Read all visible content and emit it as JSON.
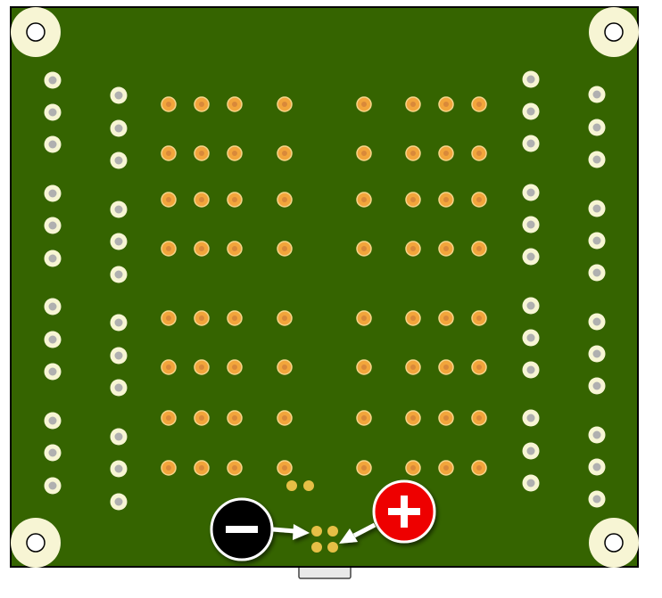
{
  "board": {
    "mounting_holes": [
      "top-left",
      "top-right",
      "bottom-left",
      "bottom-right"
    ],
    "left_header_columns": 2,
    "right_header_columns": 2,
    "matrix_blocks": 8,
    "colors": {
      "board": "#356400",
      "outline": "#000000",
      "pad_orange": "#f2a53b",
      "pad_gold": "#e6bf46",
      "mount_ring": "#f7f5d4",
      "header_ring": "#f7f5d4",
      "header_drill": "#b0b0b0",
      "connector": "#e9e9e9"
    }
  },
  "markers": {
    "negative": {
      "symbol": "−",
      "icon": "minus-icon",
      "fill": "#000000",
      "stroke": "#ffffff"
    },
    "positive": {
      "symbol": "+",
      "icon": "plus-icon",
      "fill": "#ee0000",
      "stroke": "#ffffff"
    },
    "arrow_color": "#ffffff"
  }
}
